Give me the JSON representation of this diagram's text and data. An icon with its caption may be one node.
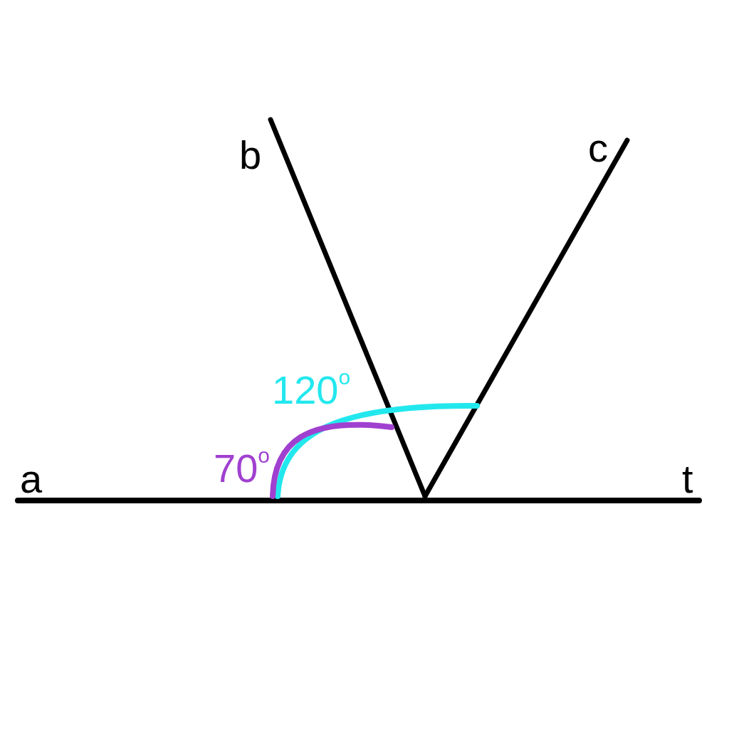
{
  "diagram": {
    "labels": [
      "b",
      "c",
      "120$^{o}$",
      "70$^{o}$",
      "a",
      "t"
    ]
  }
}
